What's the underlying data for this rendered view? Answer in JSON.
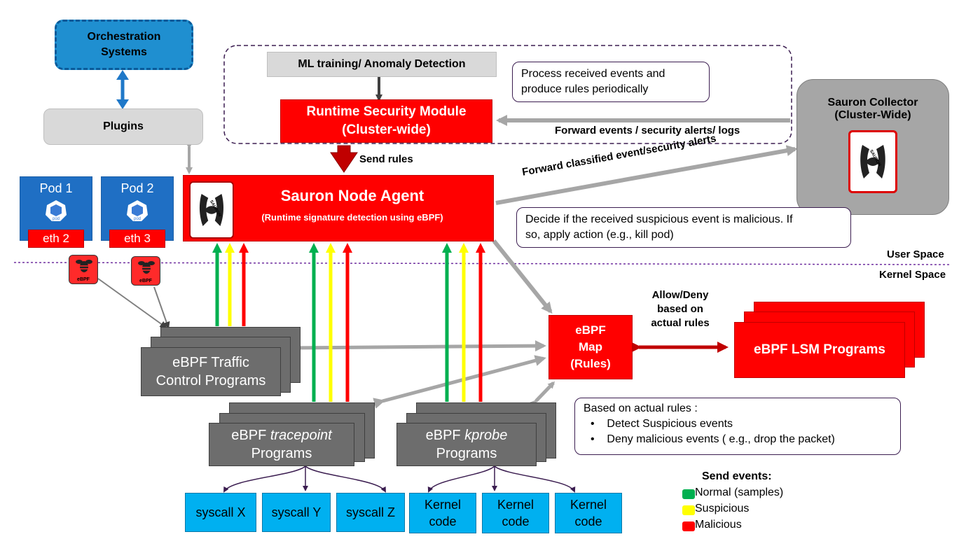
{
  "orchestration": {
    "line1": "Orchestration",
    "line2": "Systems"
  },
  "plugins": "Plugins",
  "ml": "ML training/ Anomaly Detection",
  "note_process": {
    "line1": "Process received events and",
    "line2": "produce rules periodically"
  },
  "rsm": {
    "line1": "Runtime Security Module",
    "line2": "(Cluster-wide)"
  },
  "collector": {
    "line1": "Sauron Collector",
    "line2": "(Cluster-Wide)",
    "logo_text": "SAURON"
  },
  "forward_events": "Forward events / security alerts/ logs",
  "send_rules": "Send rules",
  "forward_classified": "Forward classified event/security alerts",
  "pods": [
    {
      "name": "Pod 1",
      "eth": "eth 2",
      "icon": "pod",
      "ebpf": "eBPF"
    },
    {
      "name": "Pod 2",
      "eth": "eth 3",
      "icon": "pod",
      "ebpf": "eBPF"
    }
  ],
  "agent": {
    "title": "Sauron Node Agent",
    "subtitle": "(Runtime signature detection using eBPF)",
    "logo_text": "SAURON"
  },
  "note_decide": {
    "line1": "Decide if the received suspicious event is malicious. If",
    "line2": "so, apply action (e.g., kill pod)"
  },
  "user_space": "User Space",
  "kernel_space": "Kernel Space",
  "allow_deny": {
    "line1": "Allow/Deny",
    "line2": "based on",
    "line3": "actual rules"
  },
  "ebpf_map": {
    "line1": "eBPF",
    "line2": "Map",
    "line3": "(Rules)"
  },
  "lsm": "eBPF LSM Programs",
  "traffic": {
    "line1": "eBPF Traffic",
    "line2": "Control Programs"
  },
  "tracepoint": {
    "prefix": "eBPF ",
    "italic": "tracepoint",
    "line2": "Programs"
  },
  "kprobe": {
    "prefix": "eBPF ",
    "italic": "kprobe",
    "line2": "Programs"
  },
  "note_rules": {
    "title": "Based on actual rules :",
    "items": [
      "Detect Suspicious events",
      "Deny malicious events ( e.g., drop the packet)"
    ]
  },
  "syscalls": [
    "syscall X",
    "syscall Y",
    "syscall Z"
  ],
  "kernel_code": [
    "Kernel\ncode",
    "Kernel\ncode",
    "Kernel\ncode"
  ],
  "legend": {
    "title": "Send events:",
    "items": [
      {
        "label": "Normal (samples)",
        "color": "#00b050"
      },
      {
        "label": "Suspicious",
        "color": "#ffff00"
      },
      {
        "label": "Malicious",
        "color": "#ff0000"
      }
    ]
  },
  "colors": {
    "red": "#ff0000",
    "green": "#00b050",
    "yellow": "#ffff00",
    "gray_arrow": "#a6a6a6",
    "dark_red": "#c00000",
    "blue_arrow": "#1f78c8"
  }
}
